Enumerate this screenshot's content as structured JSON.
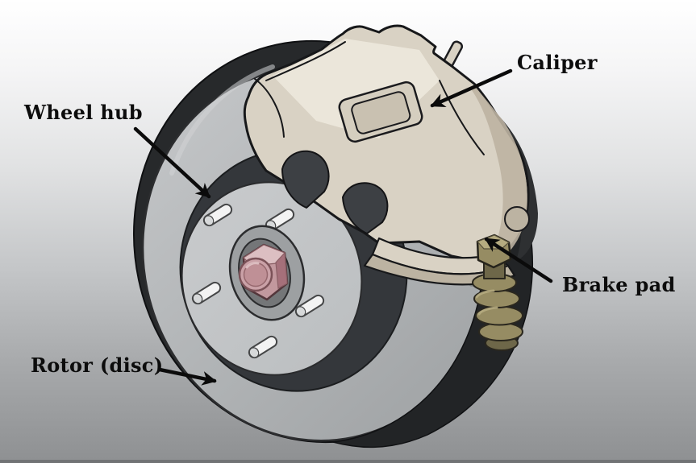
{
  "diagram": {
    "subject": "disc-brake-assembly",
    "labels": [
      {
        "id": "wheel-hub",
        "text": "Wheel hub",
        "points_to": "wheel hub / stud area of the rotor"
      },
      {
        "id": "caliper",
        "text": "Caliper",
        "points_to": "caliper body inspection window"
      },
      {
        "id": "brake-pad",
        "text": "Brake pad",
        "points_to": "pad edge at lower rim of caliper"
      },
      {
        "id": "rotor-disc",
        "text": "Rotor (disc)",
        "points_to": "friction face of the brake rotor"
      }
    ],
    "parts": [
      "rotor-disc",
      "rotor-rim",
      "hub-face",
      "wheel-hub",
      "wheel-studs",
      "hub-nut",
      "caliper-body",
      "caliper-window",
      "bleeder-valve",
      "brake-pad-edge",
      "guide-pin-spring"
    ],
    "palette": {
      "bg_top": "#ffffff",
      "bg_bottom": "#8e9092",
      "bottom_bar": "#717375",
      "outline": "#17181a",
      "rotor_rim": "#27292b",
      "rotor_face": "#b3b6b8",
      "rotor_band": "#34373b",
      "inner_face": "#bdc0c2",
      "crescent": "#222426",
      "crescent_stripe": "#85888b",
      "hub_ring": "#9da0a2",
      "hub_inner": "#747678",
      "stud": "#f3f3f3",
      "nut_pink": "#c2989e",
      "nut_pink_light": "#dcbfc2",
      "nut_pink_dark": "#a5707a",
      "caliper_light": "#ece7db",
      "caliper_base": "#d9d2c4",
      "caliper_shadow": "#bcb3a2",
      "brass": "#968c63",
      "brass_light": "#b5ab80",
      "brass_dark": "#6e6749",
      "arrow": "#0b0b0b",
      "label": "#0c0c0c"
    }
  }
}
